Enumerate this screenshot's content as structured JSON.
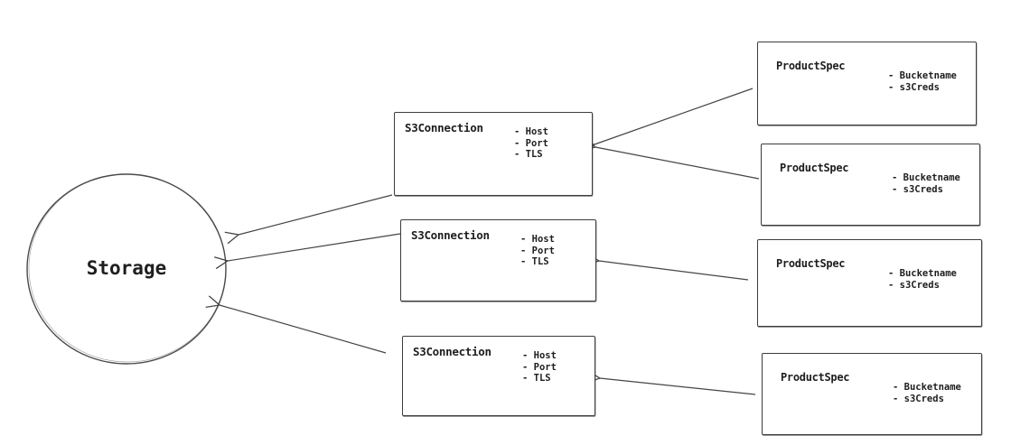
{
  "diagram": {
    "colors": {
      "background": "#ffffff",
      "stroke": "#3c3c3c",
      "text": "#1e1e1e"
    },
    "storage": {
      "id": "storage",
      "label": "Storage"
    },
    "s3_connections": [
      {
        "id": "s3_connection_1",
        "title": "S3Connection",
        "attributes": [
          "- Host",
          "- Port",
          "- TLS"
        ]
      },
      {
        "id": "s3_connection_2",
        "title": "S3Connection",
        "attributes": [
          "- Host",
          "- Port",
          "- TLS"
        ]
      },
      {
        "id": "s3_connection_3",
        "title": "S3Connection",
        "attributes": [
          "- Host",
          "- Port",
          "- TLS"
        ]
      }
    ],
    "product_specs": [
      {
        "id": "product_spec_1",
        "title": "ProductSpec",
        "attributes": [
          "- Bucketname",
          "- s3Creds"
        ]
      },
      {
        "id": "product_spec_2",
        "title": "ProductSpec",
        "attributes": [
          "- Bucketname",
          "- s3Creds"
        ]
      },
      {
        "id": "product_spec_3",
        "title": "ProductSpec",
        "attributes": [
          "- Bucketname",
          "- s3Creds"
        ]
      },
      {
        "id": "product_spec_4",
        "title": "ProductSpec",
        "attributes": [
          "- Bucketname",
          "- s3Creds"
        ]
      }
    ],
    "edges": [
      {
        "from": "product_spec_1",
        "to": "s3_connection_1"
      },
      {
        "from": "product_spec_2",
        "to": "s3_connection_1"
      },
      {
        "from": "product_spec_3",
        "to": "s3_connection_2"
      },
      {
        "from": "product_spec_4",
        "to": "s3_connection_3"
      },
      {
        "from": "s3_connection_1",
        "to": "storage"
      },
      {
        "from": "s3_connection_2",
        "to": "storage"
      },
      {
        "from": "s3_connection_3",
        "to": "storage"
      }
    ]
  }
}
